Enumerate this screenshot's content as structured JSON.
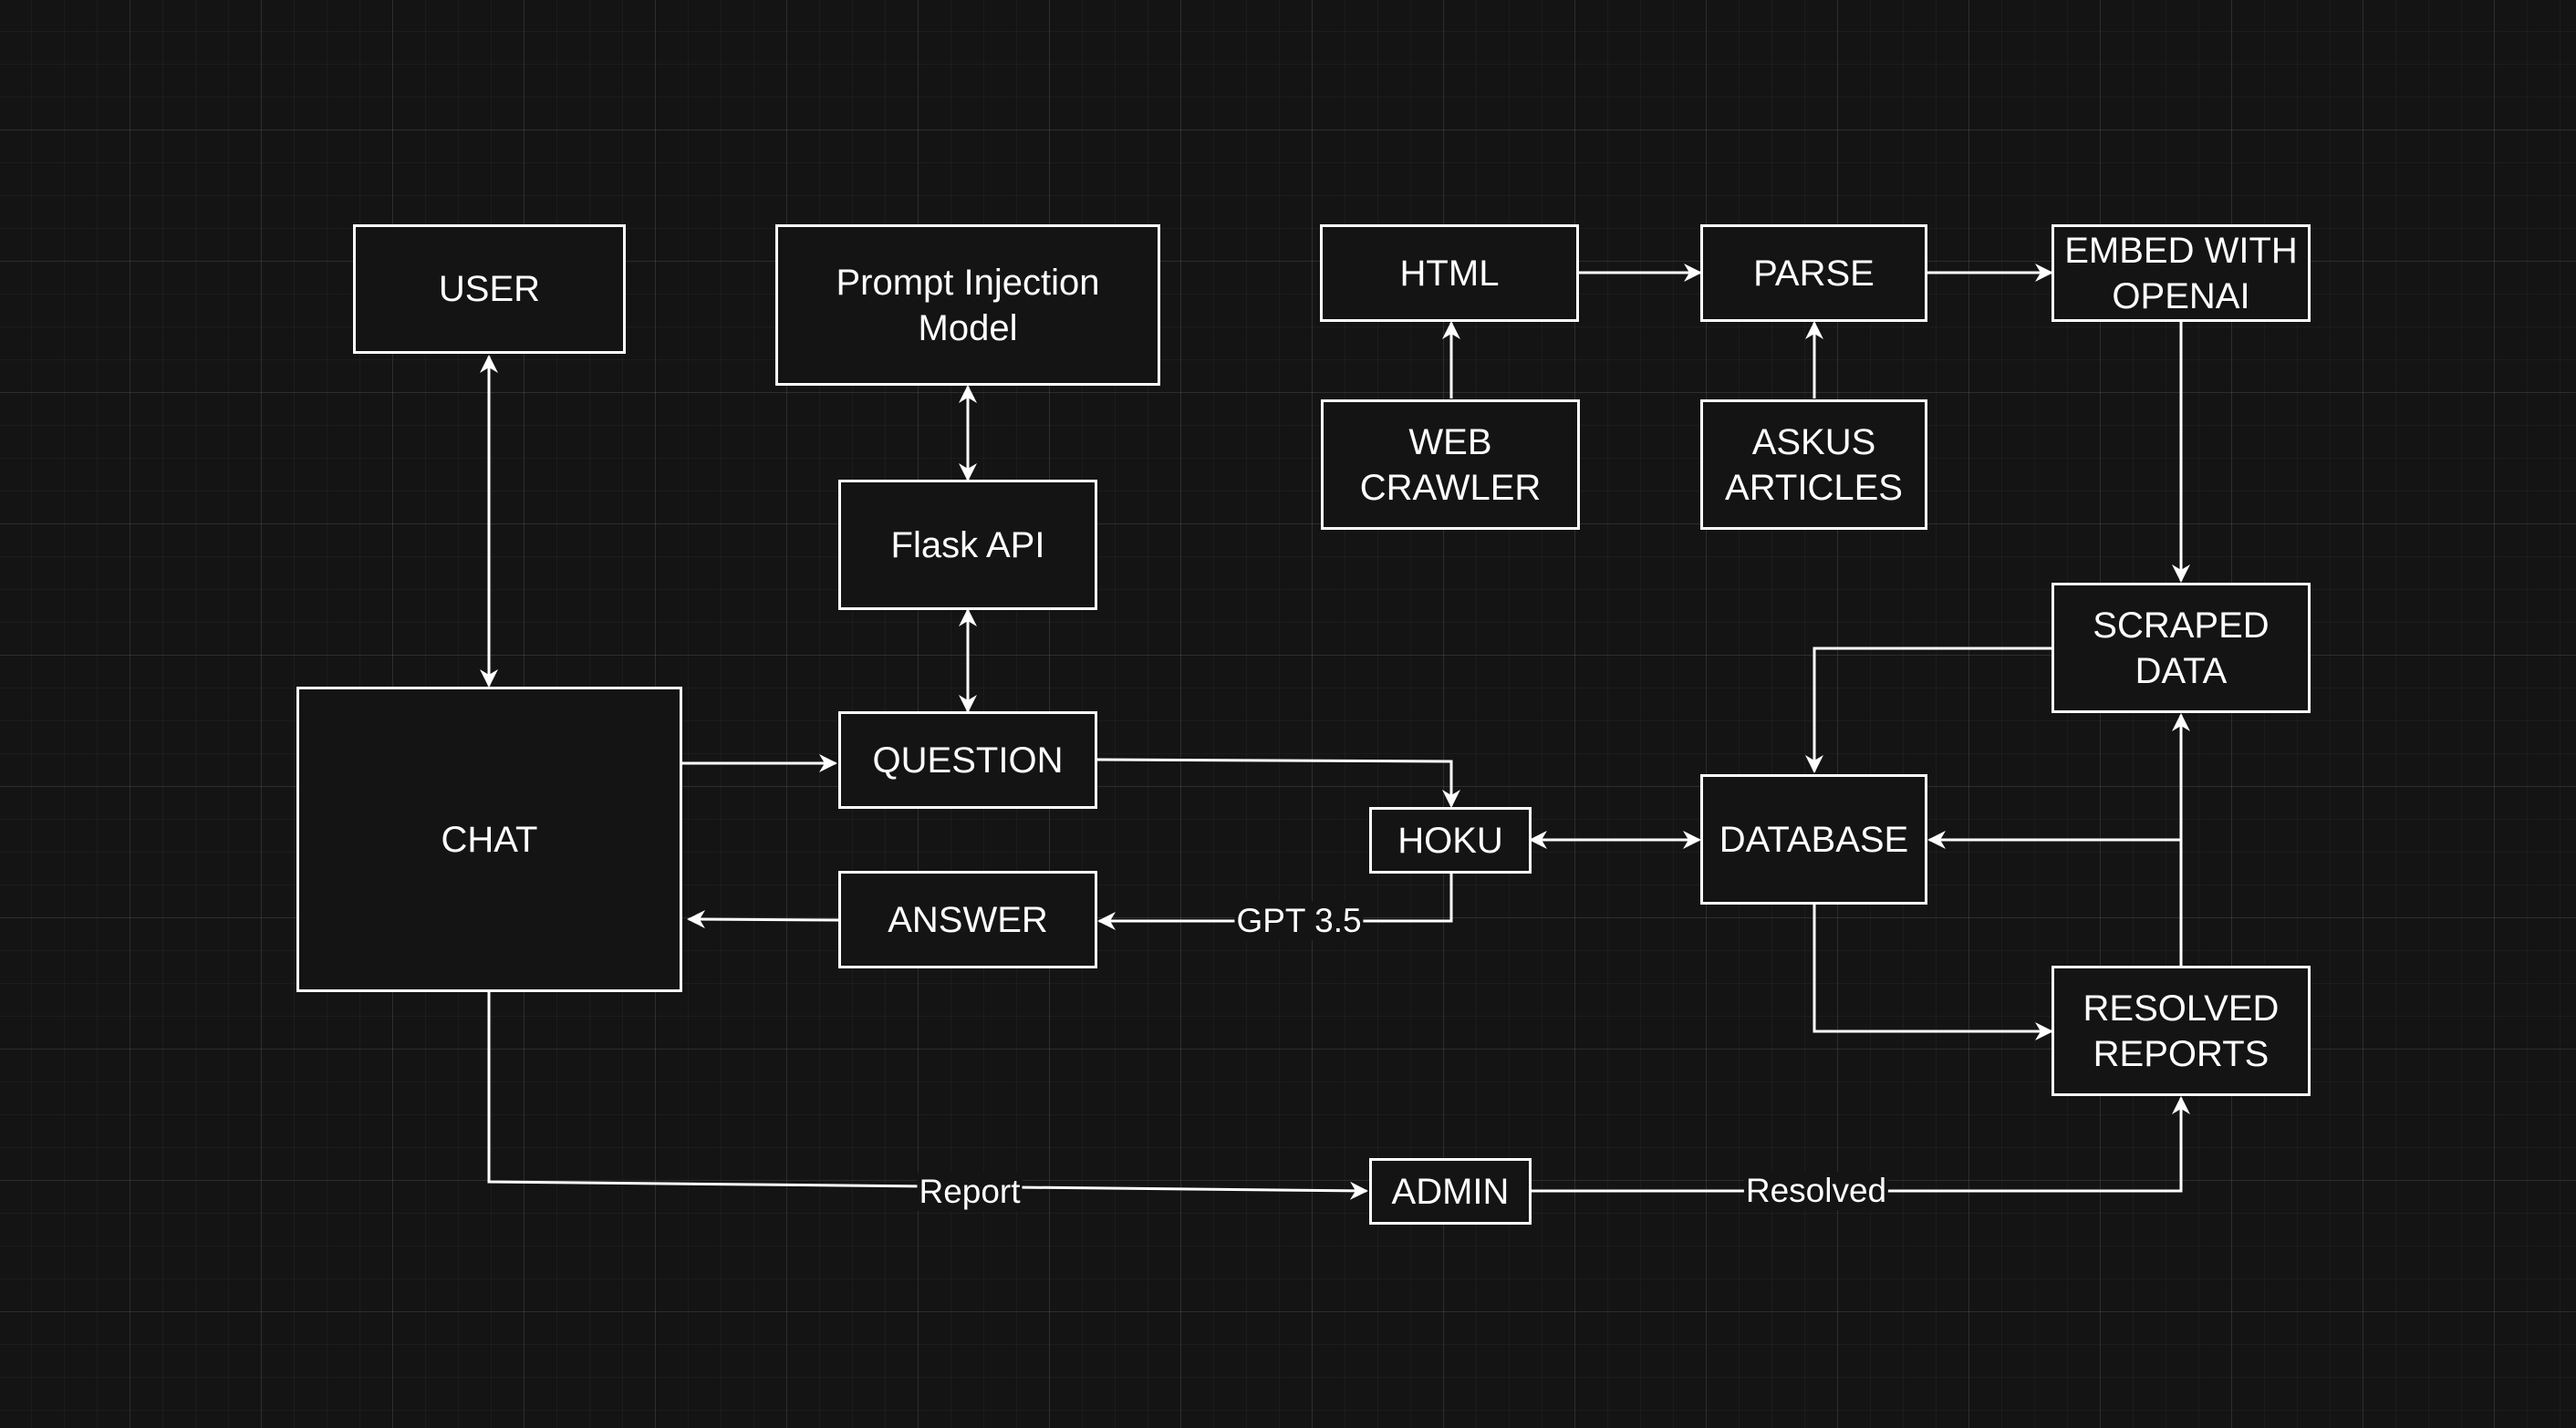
{
  "diagram": {
    "nodes": {
      "user": "USER",
      "prompt_injection_model": "Prompt Injection\nModel",
      "flask_api": "Flask API",
      "question": "QUESTION",
      "answer": "ANSWER",
      "chat": "CHAT",
      "hoku": "HOKU",
      "admin": "ADMIN",
      "html": "HTML",
      "web_crawler": "WEB\nCRAWLER",
      "parse": "PARSE",
      "askus_articles": "ASKUS\nARTICLES",
      "embed_with_openai": "EMBED WITH\nOPENAI",
      "scraped_data": "SCRAPED\nDATA",
      "database": "DATABASE",
      "resolved_reports": "RESOLVED\nREPORTS"
    },
    "edge_labels": {
      "gpt": "GPT 3.5",
      "report": "Report",
      "resolved": "Resolved"
    },
    "colors": {
      "background": "#141414",
      "stroke": "#ffffff",
      "text": "#ffffff"
    }
  }
}
